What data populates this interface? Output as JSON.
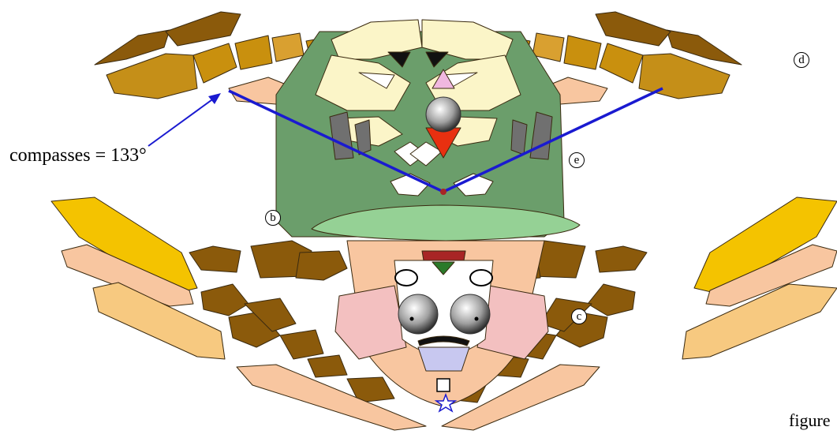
{
  "annotation": {
    "text": "compasses = 133°"
  },
  "markers": {
    "d": "d",
    "e": "e",
    "b": "b",
    "c": "c"
  },
  "caption": "figure",
  "colors": {
    "dark_brown": "#8b5a0b",
    "gold": "#c9900e",
    "tan": "#c58f18",
    "yellow": "#f4c300",
    "light_orange": "#f7c980",
    "peach": "#f8c6a0",
    "cream": "#fbf5c8",
    "green": "#6b9e6b",
    "light_green": "#95d195",
    "pink": "#f3c0c0",
    "gray": "#707070",
    "blue_line": "#1a1ad0",
    "red": "#e83010",
    "maroon": "#a82525"
  }
}
